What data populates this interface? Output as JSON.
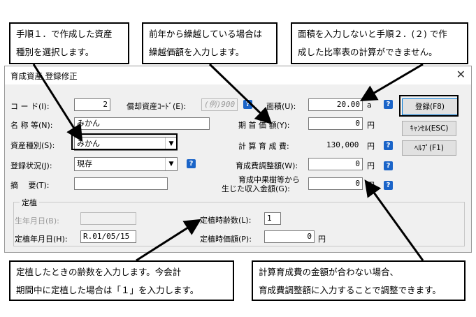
{
  "callouts": {
    "c1_line1": "手順１．で作成した資産",
    "c1_line2": "種別を選択します。",
    "c2_line1": "前年から繰越している場合は",
    "c2_line2": "繰越価額を入力します。",
    "c3_line1": "面積を入力しないと手順２．(２) で作",
    "c3_line2": "成した比率表の計算ができません。",
    "c4_line1": "定植したときの齢数を入力します。今会計",
    "c4_line2": "期間中に定植した場合は「１」を入力します。",
    "c5_line1": "計算育成費の金額が合わない場合、",
    "c5_line2": "育成費調整額に入力することで調整できます。"
  },
  "dialog": {
    "title": "育成資産 登録修正",
    "close": "✕",
    "labels": {
      "code": "コ ー ド(I):",
      "name": "名 称 等(N):",
      "asset_type": "資産種別(S):",
      "status": "登録状況(J):",
      "summary": "摘　 要(T):",
      "depr_code": "償却資産ｺｰﾄﾞ(E):",
      "area": "面積(U):",
      "opening_value": "期 首 価 額(Y):",
      "calc_cost": "計 算 育 成 費:",
      "cost_adjust": "育成費調整額(W):",
      "income_line1": "育成中果樹等から",
      "income_line2": "生じた収入金額(G):",
      "group": "定植",
      "birth_date": "生年月日(B):",
      "plant_date": "定植年月日(H):",
      "plant_age": "定植時齢数(L):",
      "plant_value": "定植時価額(P):"
    },
    "values": {
      "code": "2",
      "name": "みかん",
      "asset_type": "みかん",
      "status": "現存",
      "summary": "",
      "depr_code_placeholder": "(例)900",
      "area": "20.00",
      "area_unit": "a",
      "opening_value": "0",
      "calc_cost": "130,000",
      "cost_adjust": "0",
      "income": "0",
      "birth_date": "",
      "plant_date": "R.01/05/15",
      "plant_age": "1",
      "plant_value": "0",
      "yen": "円"
    },
    "buttons": {
      "register": "登録(F8)",
      "cancel": "ｷｬﾝｾﾙ(ESC)",
      "help": "ﾍﾙﾌﾟ(F1)"
    },
    "help_glyph": "?"
  }
}
